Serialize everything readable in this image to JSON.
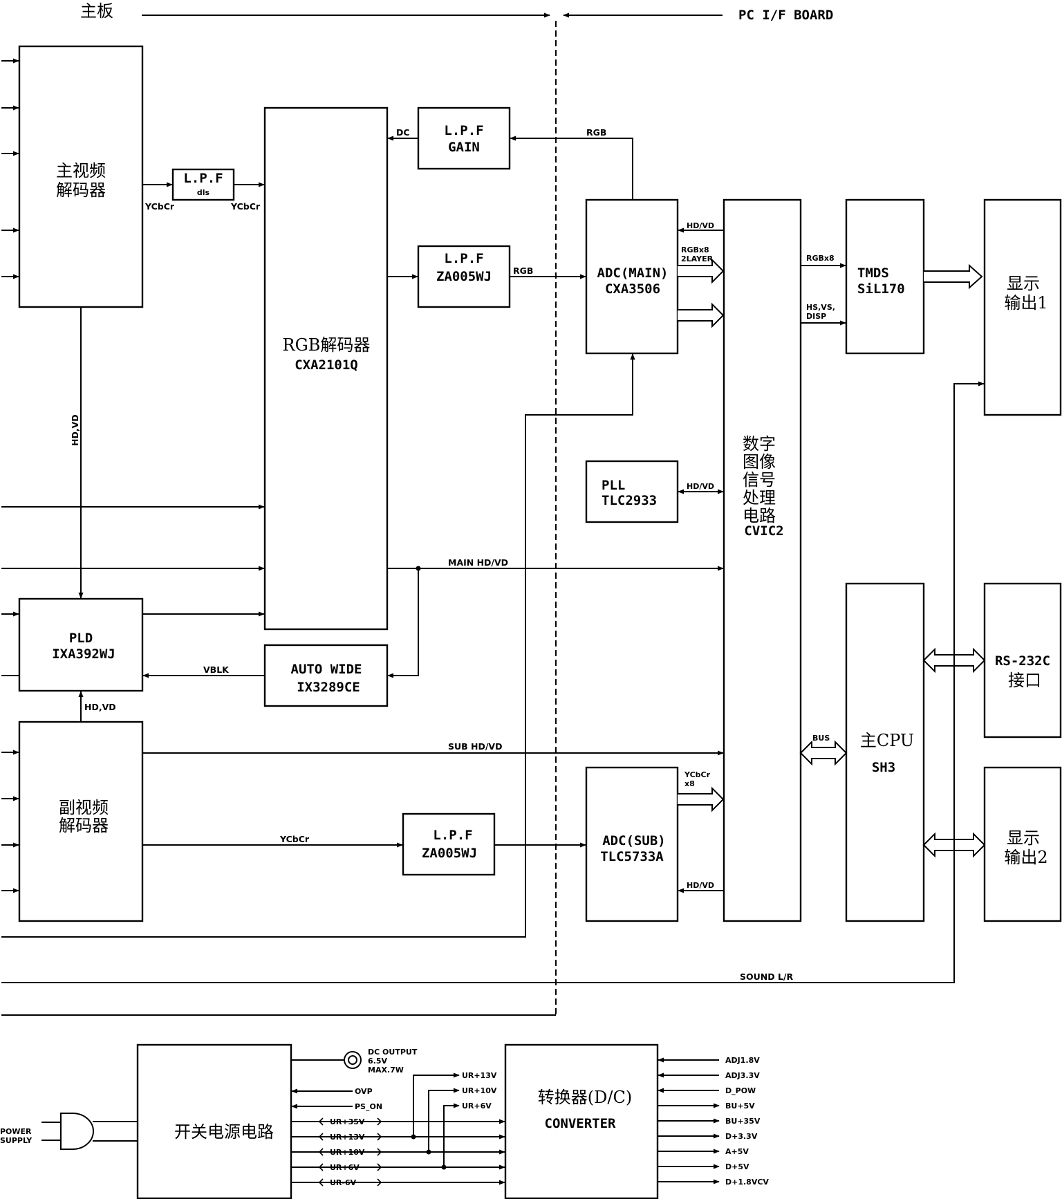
{
  "header": {
    "left": "主板",
    "right": "PC  I/F  BOARD"
  },
  "blocks": {
    "main_decoder": [
      "主视频",
      "解码器"
    ],
    "lpf_dls": [
      "L.P.F",
      "dls"
    ],
    "rgb_decoder": [
      "RGB解码器",
      "CXA2101Q"
    ],
    "lpf_gain": [
      "L.P.F",
      "GAIN"
    ],
    "lpf_za_top": [
      "L.P.F",
      "ZA005WJ"
    ],
    "adc_main": [
      "ADC(MAIN)",
      "CXA3506"
    ],
    "pll": [
      "PLL",
      "TLC2933"
    ],
    "dsp": [
      "数字",
      "图像",
      "信号",
      "处理",
      "电路",
      "CVIC2"
    ],
    "tmds": [
      "TMDS",
      "SiL170"
    ],
    "display1": [
      "显示",
      "输出1"
    ],
    "pld": [
      "PLD",
      "IXA392WJ"
    ],
    "auto_wide": [
      "AUTO WIDE",
      "IX3289CE"
    ],
    "sub_decoder": [
      "副视频",
      "解码器"
    ],
    "lpf_za_bottom": [
      "L.P.F",
      "ZA005WJ"
    ],
    "adc_sub": [
      "ADC(SUB)",
      "TLC5733A"
    ],
    "main_cpu": [
      "主CPU",
      "SH3"
    ],
    "rs232": [
      "RS-232C",
      "接口"
    ],
    "display2": [
      "显示",
      "输出2"
    ],
    "power_circuit": "开关电源电路",
    "converter": [
      "转换器(D/C)",
      "CONVERTER"
    ]
  },
  "signals": {
    "ycbcr_out": "YCbCr",
    "ycbcr_in": "YCbCr",
    "dc": "DC",
    "rgb_top": "RGB",
    "rgb_mid": "RGB",
    "hdvd_vertical": "HD,VD",
    "hdvd_adc": "HD/VD",
    "rgbx8_2layer": [
      "RGBx8",
      "2LAYER"
    ],
    "hdvd_pll": "HD/VD",
    "rgbx8": "RGBx8",
    "hs_vs_disp": [
      "HS,VS,",
      "DISP"
    ],
    "main_hdvd": "MAIN  HD/VD",
    "vblk": "VBLK",
    "hdvd_pld": "HD,VD",
    "sub_hdvd": "SUB  HD/VD",
    "bus": "BUS",
    "ycbcr_x8": [
      "YCbCr",
      "x8"
    ],
    "ycbcr_sub": "YCbCr",
    "hdvd_sub": "HD/VD",
    "sound": "SOUND  L/R"
  },
  "power": {
    "dc_output": [
      "DC  OUTPUT",
      "6.5V",
      "MAX.7W"
    ],
    "power_supply": [
      "POWER",
      "SUPPLY"
    ],
    "ovp": "OVP",
    "ps_on": "PS_ON",
    "left_rails": [
      "UR+35V",
      "UR+13V",
      "UR+10V",
      "UR+6V",
      "UR-6V"
    ],
    "top_rails": [
      "UR+13V",
      "UR+10V",
      "UR+6V"
    ],
    "right_rails": [
      "ADJ1.8V",
      "ADJ3.3V",
      "D_POW",
      "BU+5V",
      "BU+35V",
      "D+3.3V",
      "A+5V",
      "D+5V",
      "D+1.8VCV"
    ]
  }
}
